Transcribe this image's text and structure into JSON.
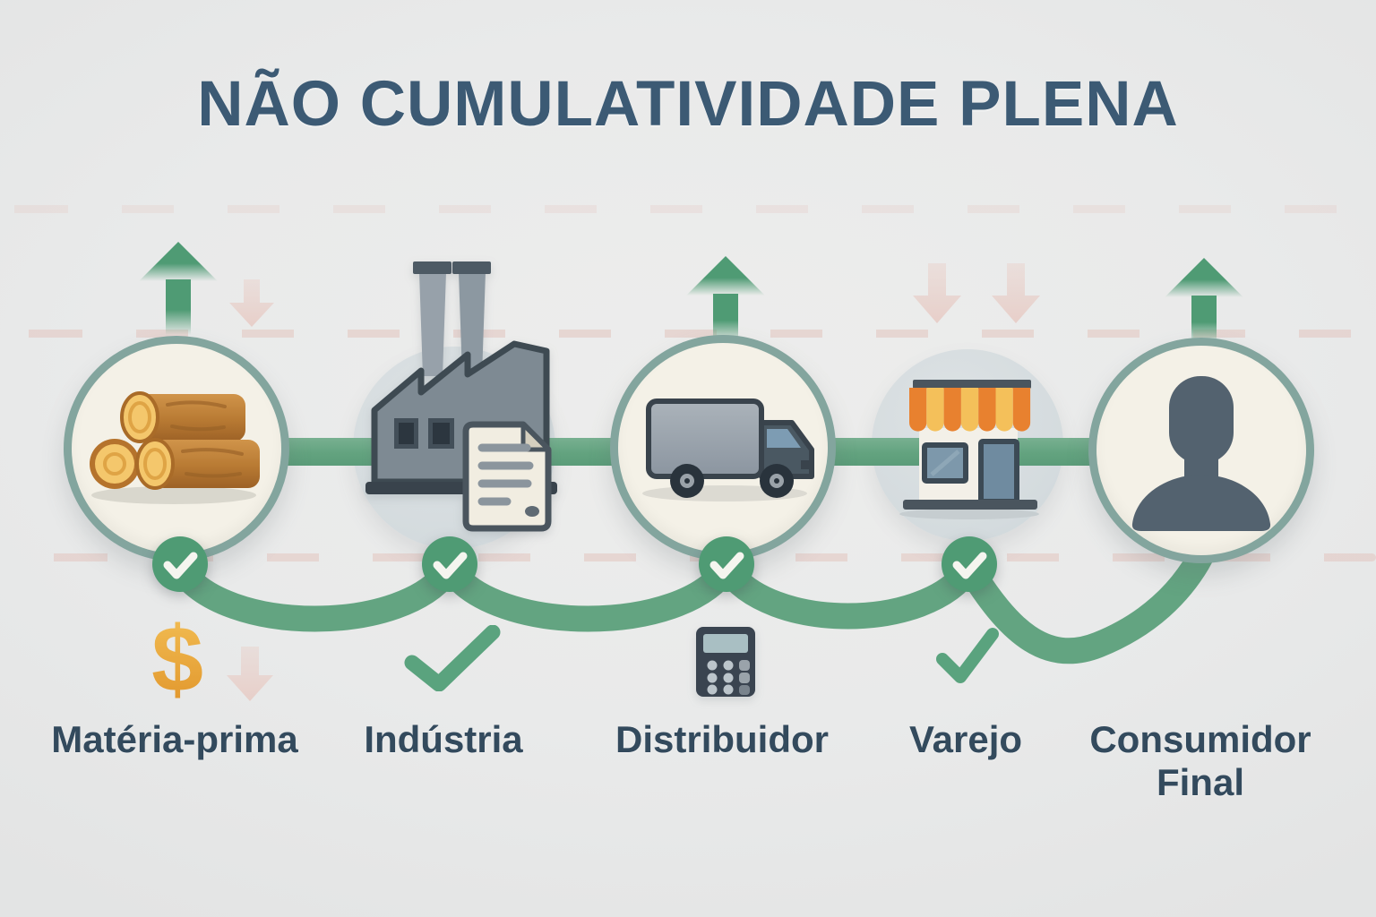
{
  "title": "NÃO CUMULATIVIDADE PLENA",
  "currency_symbol": "$",
  "stages": [
    {
      "label": "Matéria-prima",
      "icon": "logs-icon",
      "node_style": "ring",
      "credit_check_badge": true,
      "up_arrow": true,
      "bottom_icon": "dollar-icon"
    },
    {
      "label": "Indústria",
      "icon": "factory-icon",
      "node_style": "soft",
      "credit_check_badge": true,
      "up_arrow": false,
      "bottom_icon": "check-icon"
    },
    {
      "label": "Distribuidor",
      "icon": "truck-icon",
      "node_style": "ring",
      "credit_check_badge": true,
      "up_arrow": true,
      "bottom_icon": "calculator-icon"
    },
    {
      "label": "Varejo",
      "icon": "store-icon",
      "node_style": "soft",
      "credit_check_badge": true,
      "up_arrow": false,
      "bottom_icon": "check-icon"
    },
    {
      "label": "Consumidor Final",
      "icon": "person-icon",
      "node_style": "ring",
      "credit_check_badge": false,
      "up_arrow": true,
      "bottom_icon": null
    }
  ],
  "colors": {
    "background": "#e9eaea",
    "title_blue": "#3c5a74",
    "label_slate": "#334a5d",
    "accent_green": "#4f9b74",
    "path_green": "#63a481",
    "bar_green": "#63a37f",
    "circle_border_teal": "#83a59e",
    "circle_fill_cream": "#f4f1e7",
    "soft_circle_gray": "#d4dbde",
    "faded_pink": "#e2c4be",
    "dollar_orange": "#e9a63a",
    "awning_orange": "#e8812f",
    "awning_amber": "#f4c05a"
  }
}
